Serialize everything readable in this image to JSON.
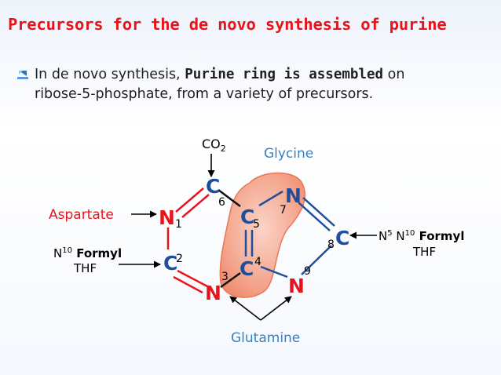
{
  "slide": {
    "title": "Precursors for the de novo synthesis of purine",
    "bullet": {
      "text_before": "In de novo synthesis, ",
      "text_bold": "Purine ring is assembled",
      "text_after_line1": " on",
      "text_line2": "ribose-5-phosphate, from a variety of precursors."
    }
  },
  "diagram": {
    "atoms": {
      "c6": "C",
      "n1": "N",
      "c2": "C",
      "n3": "N",
      "c4": "C",
      "c5": "C",
      "n7": "N",
      "c8": "C",
      "n9": "N"
    },
    "positions": {
      "n1": "1",
      "c2": "2",
      "n3": "3",
      "c4": "4",
      "c5": "5",
      "c6": "6",
      "n7": "7",
      "c8": "8",
      "n9": "9"
    },
    "precursors": {
      "co2_main": "CO",
      "co2_sub": "2",
      "glycine": "Glycine",
      "aspartate": "Aspartate",
      "n10_formyl_sup": "10",
      "n10_formyl_line1_rest": " Formyl",
      "n10_formyl_line2": "THF",
      "n5n10_formyl_n5_sup": "5",
      "n5n10_formyl_mid": " N",
      "n5n10_formyl_n10_sup": "10",
      "n5n10_formyl_rest": " Formyl",
      "n5n10_formyl_line2": "THF",
      "n_prefix": "N",
      "glutamine": "Glutamine"
    },
    "colors": {
      "title": "#e8131b",
      "atom_red": "#e8131b",
      "atom_blue": "#1f4e9d",
      "glycine_text": "#3a7fc0",
      "aspartate_text": "#e8131b",
      "glycine_region": "#f08b70"
    }
  }
}
